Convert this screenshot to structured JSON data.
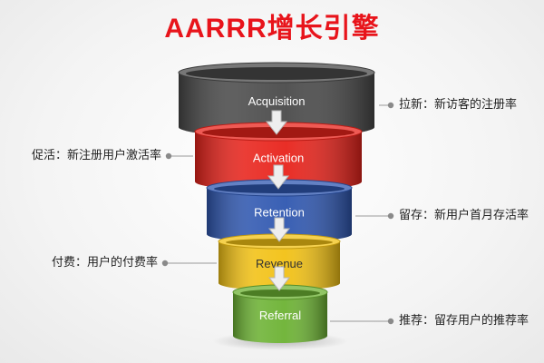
{
  "title": "AARRR增长引擎",
  "stages": [
    {
      "label": "Acquisition",
      "color": "#4a4a4a",
      "annotation": "拉新：新访客的注册率"
    },
    {
      "label": "Activation",
      "color": "#e8231b",
      "annotation": "促活：新注册用户激活率"
    },
    {
      "label": "Retention",
      "color": "#2f57b0",
      "annotation": "留存：新用户首月存活率"
    },
    {
      "label": "Revenue",
      "color": "#f2c114",
      "annotation": "付费：用户的付费率"
    },
    {
      "label": "Referral",
      "color": "#6cb233",
      "annotation": "推荐：留存用户的推荐率"
    }
  ],
  "icons": {
    "stage_arrow": "down-arrow-icon",
    "connector_dot": "dot-icon"
  }
}
